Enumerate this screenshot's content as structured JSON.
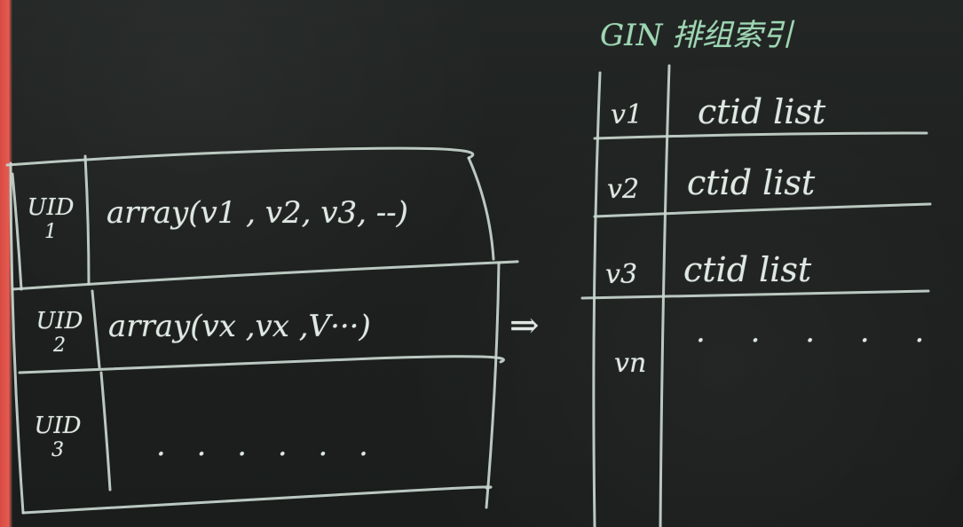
{
  "title": "GIN 排组索引",
  "left_table": {
    "rows": [
      {
        "uid": "UID",
        "num": "1",
        "value": "array(v1 , v2, v3, --)"
      },
      {
        "uid": "UID",
        "num": "2",
        "value": "array(vx ,vx ,V···)"
      },
      {
        "uid": "UID",
        "num": "3",
        "value": "·  ·  ·  ·  ·  ·"
      }
    ]
  },
  "arrow": "⇒",
  "gin_table": {
    "rows": [
      {
        "key": "v1",
        "value": "ctid list"
      },
      {
        "key": "v2",
        "value": "ctid list"
      },
      {
        "key": "v3",
        "value": "ctid list"
      },
      {
        "key": "vn",
        "value": "· · · · · · ·"
      }
    ]
  },
  "colors": {
    "board": "#1c1f1e",
    "chalk": "#dfe8e2",
    "chalk_green": "#9fd6b4",
    "edge": "#e45b50"
  }
}
